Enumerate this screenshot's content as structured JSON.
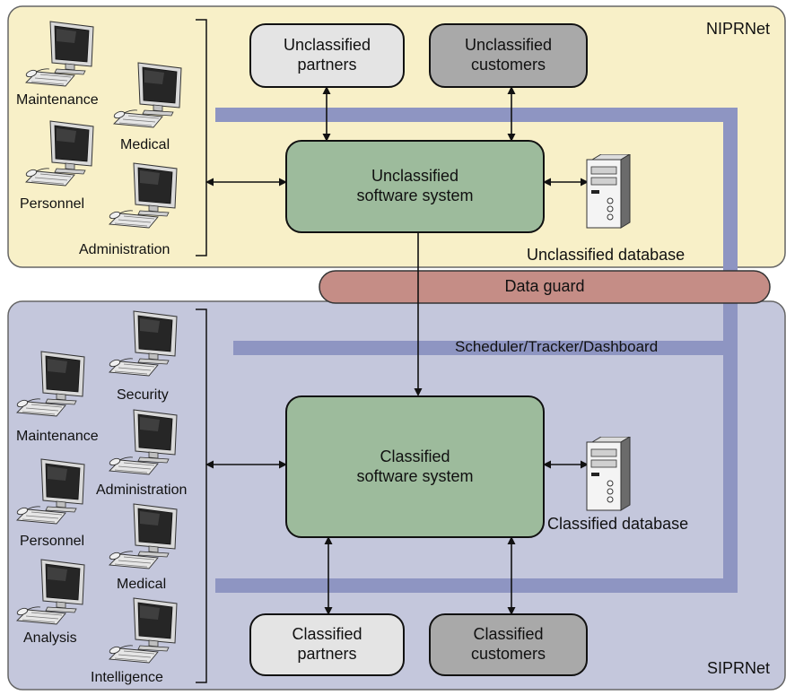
{
  "zones": {
    "niprnet": "NIPRNet",
    "siprnet": "SIPRNet"
  },
  "guard": "Data guard",
  "tracker": "Scheduler/Tracker/Dashboard",
  "unclassified": {
    "partners": "Unclassified\npartners",
    "customers": "Unclassified\ncustomers",
    "system": "Unclassified\nsoftware system",
    "database": "Unclassified database",
    "terminals": [
      "Maintenance",
      "Medical",
      "Personnel",
      "Administration"
    ]
  },
  "classified": {
    "partners": "Classified\npartners",
    "customers": "Classified\ncustomers",
    "system": "Classified\nsoftware system",
    "database": "Classified database",
    "terminals": [
      "Security",
      "Maintenance",
      "Administration",
      "Personnel",
      "Medical",
      "Analysis",
      "Intelligence"
    ]
  },
  "colors": {
    "niprnet_bg": "#f8f0c8",
    "siprnet_bg": "#c4c7dc",
    "bus": "#8e95c2",
    "system_box": "#9dbb9c",
    "partners_box": "#e4e4e4",
    "customers_box": "#a9a9a9",
    "guard": "#c58d86"
  },
  "icons": {
    "terminal": "computer-terminal-icon",
    "database": "database-server-icon"
  }
}
